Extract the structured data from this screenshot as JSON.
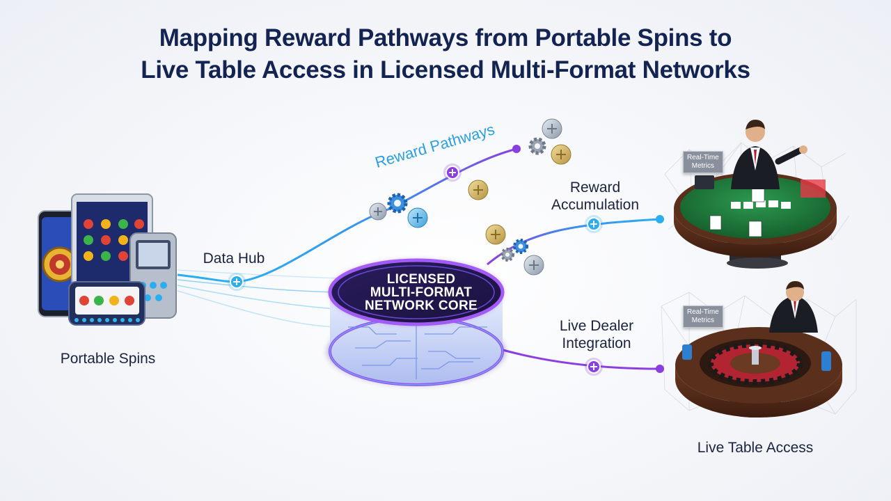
{
  "title": {
    "line1": "Mapping Reward Pathways from Portable Spins to",
    "line2": "Live Table Access in Licensed Multi-Format Networks"
  },
  "labels": {
    "portable_spins": "Portable Spins",
    "data_hub": "Data Hub",
    "reward_pathways": "Reward Pathways",
    "reward_accumulation_1": "Reward",
    "reward_accumulation_2": "Accumulation",
    "live_dealer_1": "Live Dealer",
    "live_dealer_2": "Integration",
    "live_table_access": "Live Table Access"
  },
  "core": {
    "line1": "LICENSED",
    "line2": "MULTI-FORMAT",
    "line3": "NETWORK CORE"
  },
  "metrics": {
    "blackjack_1": "Real-Time",
    "blackjack_2": "Metrics",
    "roulette_1": "Real-Time",
    "roulette_2": "Metrics"
  },
  "colors": {
    "title": "#142452",
    "cyan": "#2aaef0",
    "purple": "#8b3fe0",
    "felt": "#1f7a3c",
    "table_wood": "#5a2f1c"
  },
  "icons": [
    "smartphone-icon",
    "tablet-icon",
    "handheld-console-icon",
    "slot-machine-icon",
    "gear-icon",
    "coin-icon",
    "plus-node-icon",
    "blackjack-table-icon",
    "roulette-table-icon",
    "dealer-icon"
  ]
}
